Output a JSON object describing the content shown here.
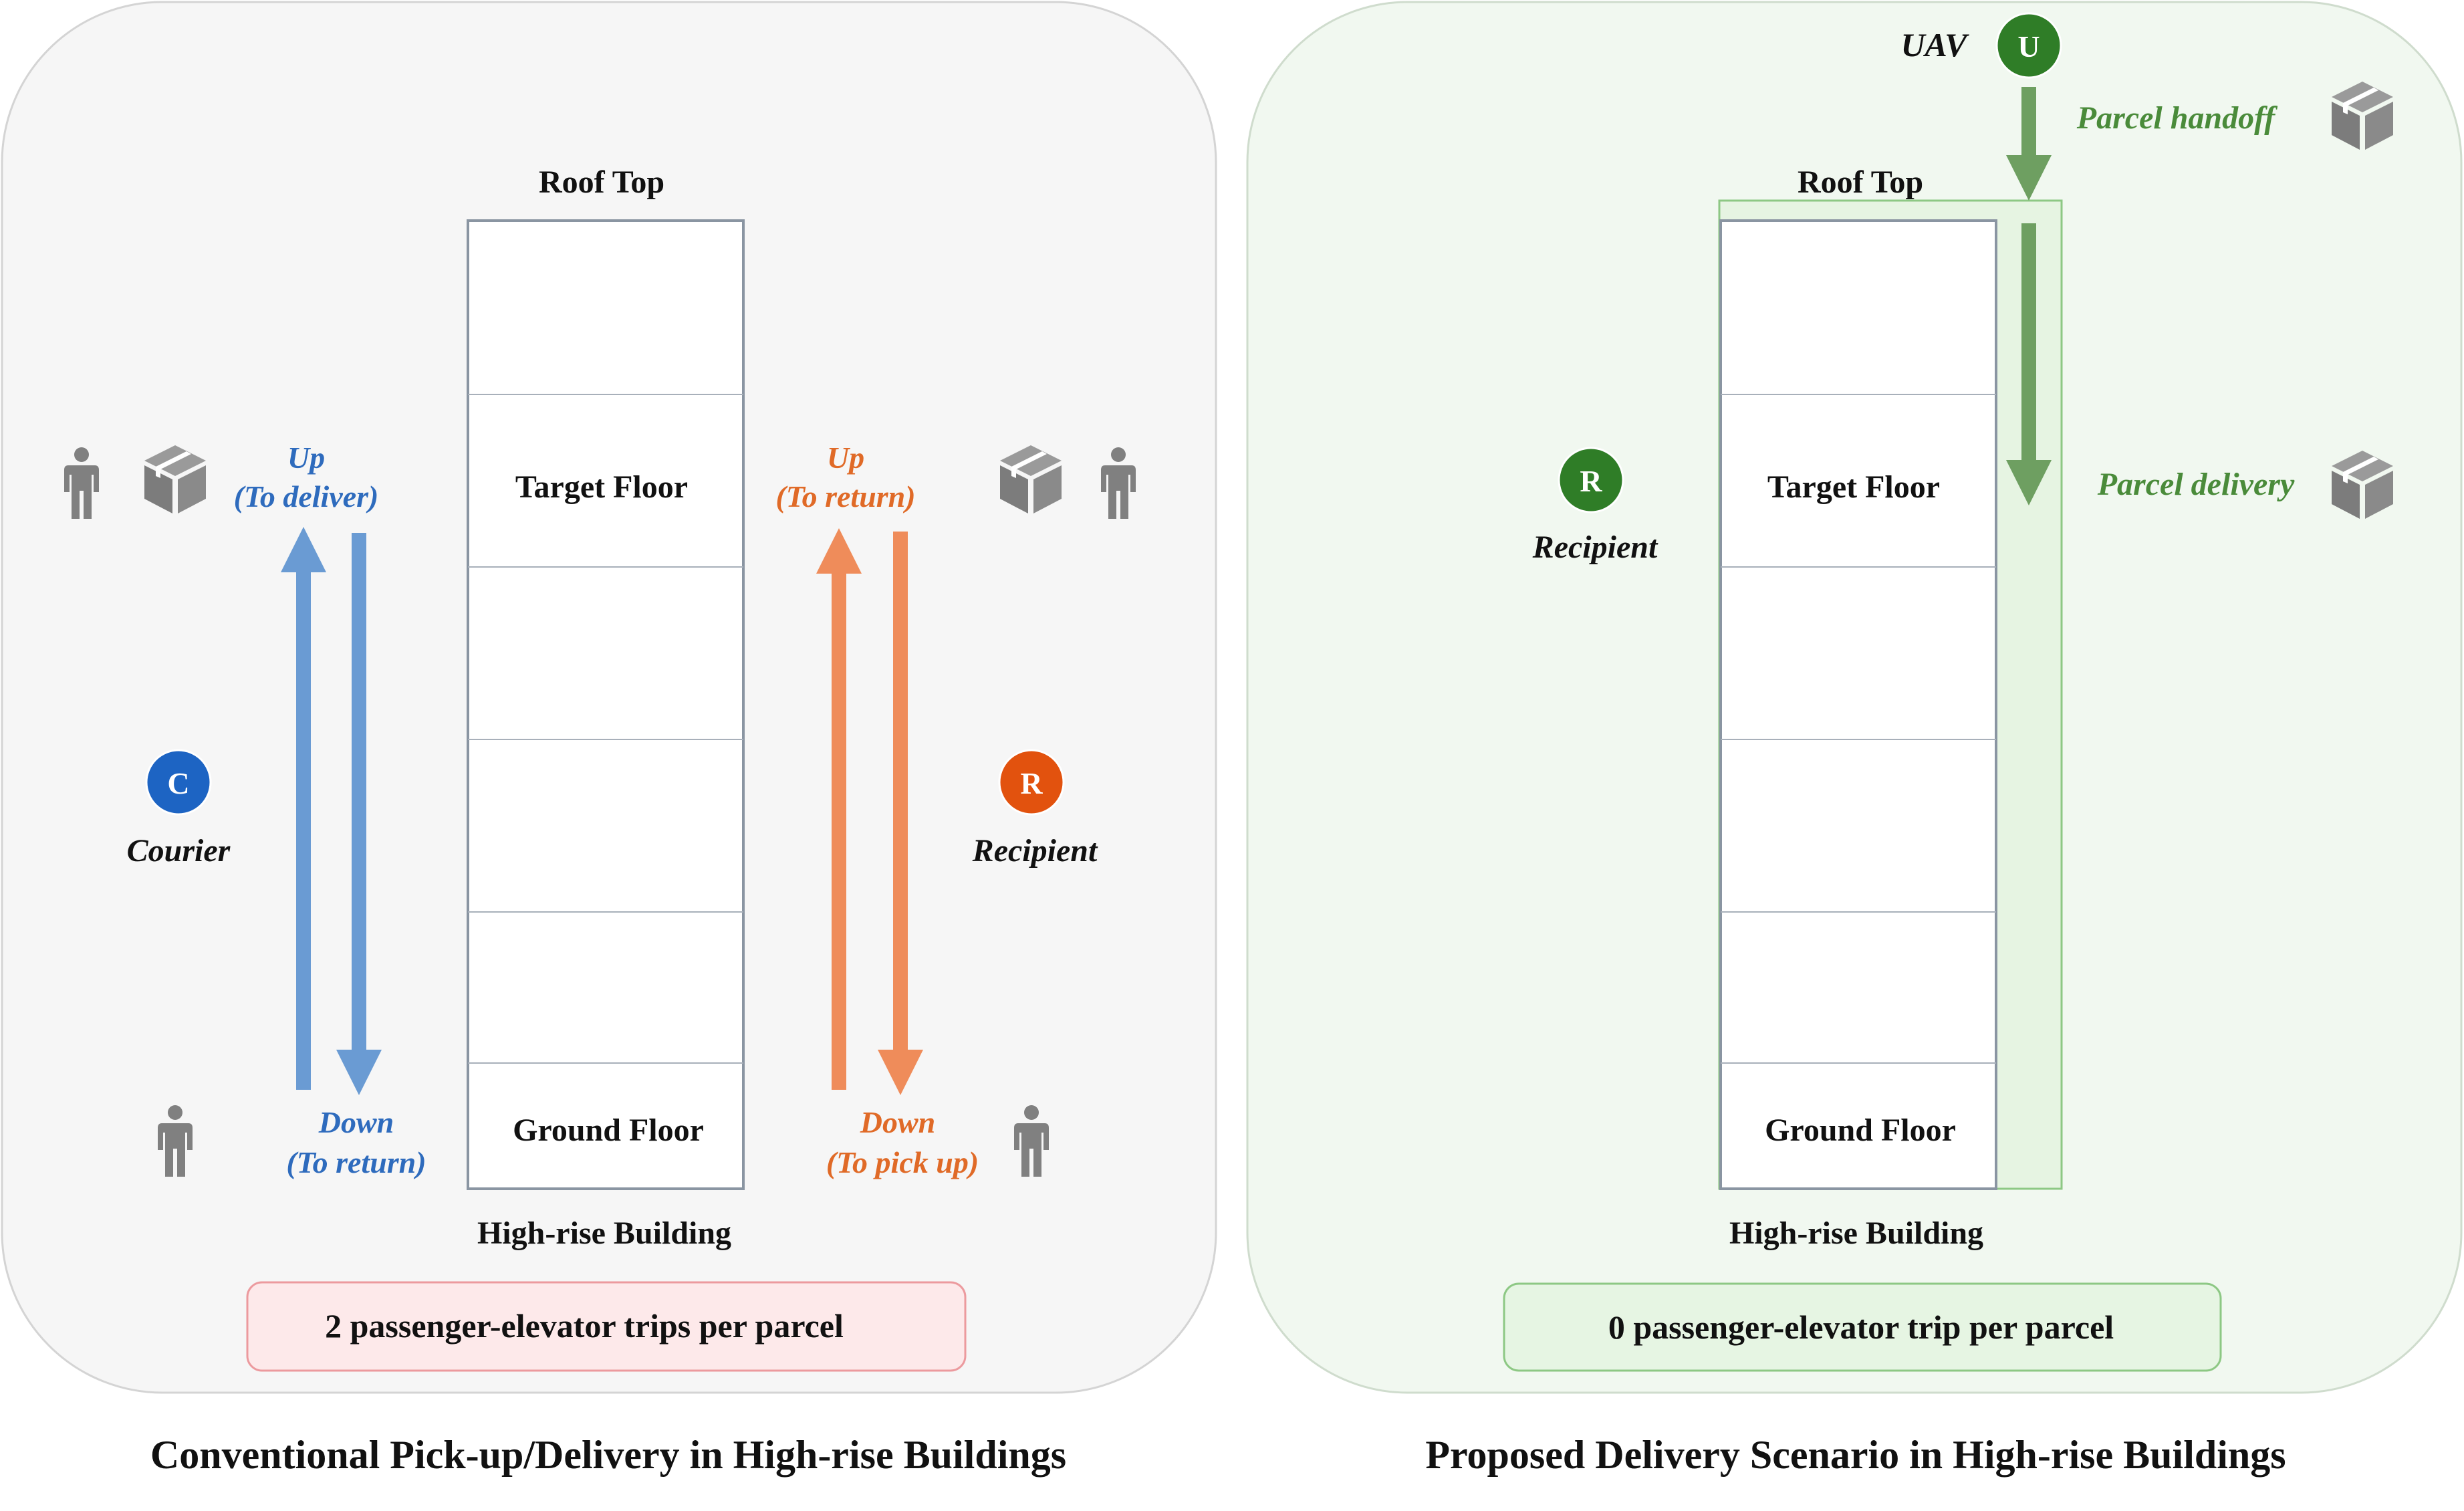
{
  "colors": {
    "left_panel_fill": "#f6f6f6",
    "left_panel_stroke": "#d4d4d4",
    "right_panel_fill": "#f1f8f0",
    "right_panel_stroke": "#cfdccd",
    "building_stroke": "#8a95a2",
    "blue_arrow": "#6a9bd3",
    "blue_text": "#2e6bbd",
    "orange_arrow": "#ef8c5a",
    "orange_text": "#e06a27",
    "green_arrow": "#6e9f61",
    "green_text": "#4a8b3a",
    "courier_badge": "#1d64c3",
    "recipient_badge_orange": "#e2520e",
    "green_badge": "#2f7d27",
    "gray_icon": "#808080",
    "left_summary_fill": "#fde9ea",
    "left_summary_stroke": "#ec9a9e",
    "right_summary_fill": "#e6f5e3",
    "right_summary_stroke": "#8dc884"
  },
  "left": {
    "roof_label": "Roof Top",
    "target_floor_label": "Target Floor",
    "ground_floor_label": "Ground Floor",
    "building_label": "High-rise Building",
    "blue_up_label": "Up",
    "blue_up_sub": "(To deliver)",
    "blue_down_label": "Down",
    "blue_down_sub": "(To return)",
    "orange_up_label": "Up",
    "orange_up_sub": "(To return)",
    "orange_down_label": "Down",
    "orange_down_sub": "(To pick up)",
    "courier_badge": "C",
    "courier_label": "Courier",
    "recipient_badge": "R",
    "recipient_label": "Recipient",
    "summary": "2 passenger-elevator trips per parcel",
    "caption": "Conventional Pick-up/Delivery in High-rise Buildings",
    "icons": [
      "person-icon",
      "parcel-box-icon",
      "parcel-box-icon",
      "person-icon",
      "person-icon",
      "person-icon"
    ]
  },
  "right": {
    "uav_label": "UAV",
    "uav_badge": "U",
    "handoff_label": "Parcel handoff",
    "delivery_label": "Parcel delivery",
    "roof_label": "Roof Top",
    "target_floor_label": "Target Floor",
    "ground_floor_label": "Ground Floor",
    "building_label": "High-rise Building",
    "recipient_badge": "R",
    "recipient_label": "Recipient",
    "summary": "0 passenger-elevator trip per parcel",
    "caption": "Proposed Delivery Scenario in High-rise Buildings",
    "icons": [
      "parcel-box-icon",
      "parcel-box-icon"
    ]
  }
}
